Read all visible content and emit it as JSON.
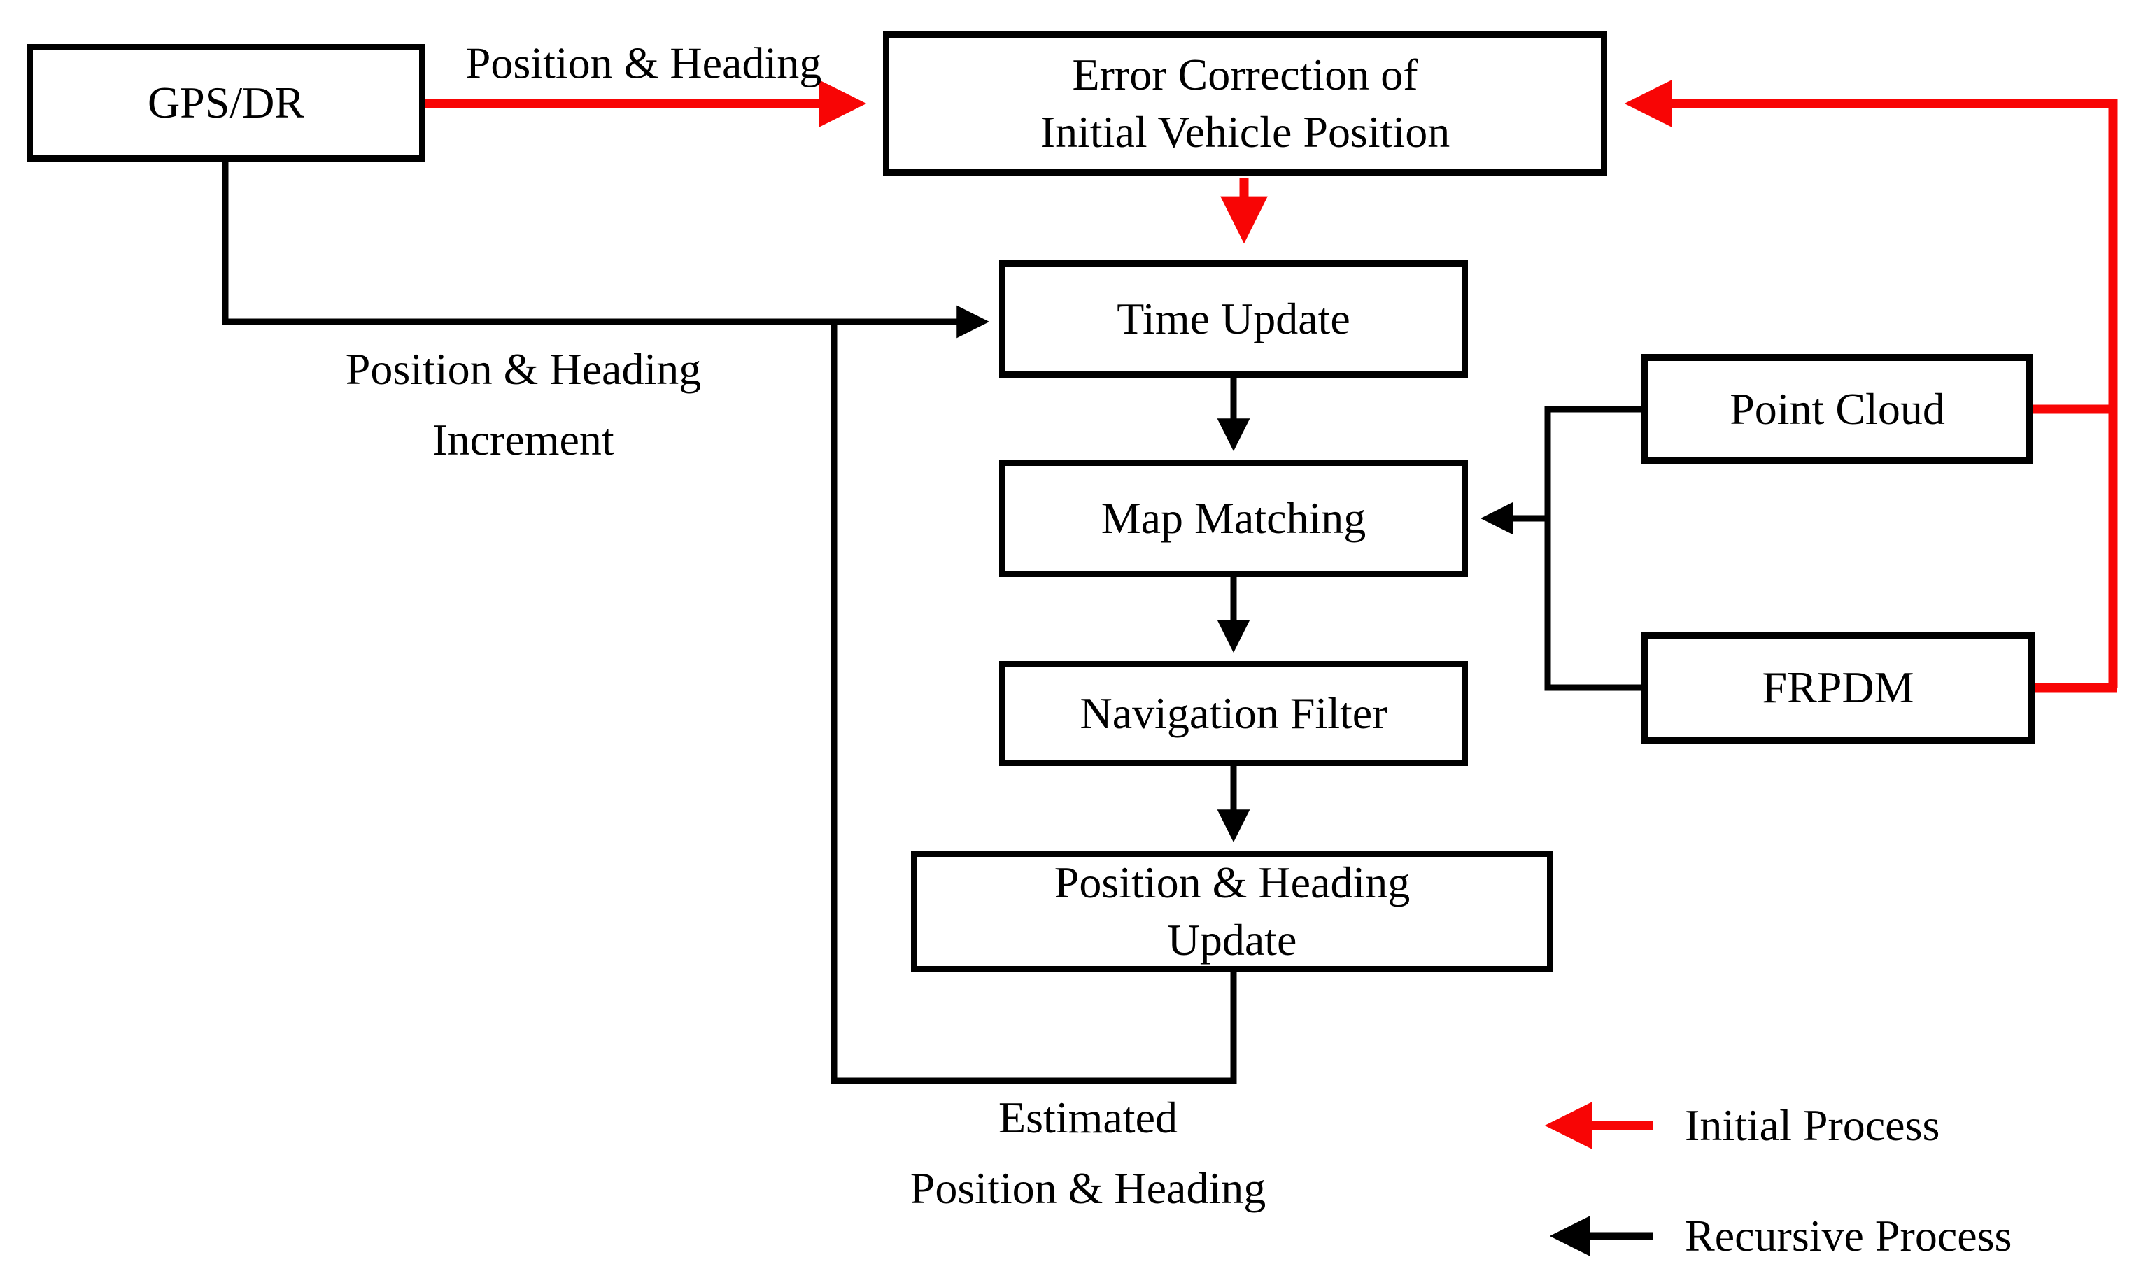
{
  "title": "GPS/DR and FRPDM map matching navigation flowchart",
  "colors": {
    "red": "#f80505",
    "black": "#000000",
    "background": "#ffffff"
  },
  "boxes": {
    "gps_dr": {
      "label": "GPS/DR"
    },
    "error_correction": {
      "line1": "Error Correction of",
      "line2": "Initial Vehicle Position"
    },
    "time_update": {
      "label": "Time Update"
    },
    "map_matching": {
      "label": "Map Matching"
    },
    "navigation_filter": {
      "label": "Navigation Filter"
    },
    "position_heading_update": {
      "line1": "Position & Heading",
      "line2": "Update"
    },
    "point_cloud": {
      "label": "Point Cloud"
    },
    "frpdm": {
      "label": "FRPDM"
    }
  },
  "edge_labels": {
    "position_heading": "Position & Heading",
    "position_heading_increment": {
      "line1": "Position & Heading",
      "line2": "Increment"
    },
    "estimated_position_heading": {
      "line1": "Estimated",
      "line2": "Position & Heading"
    }
  },
  "legend": {
    "initial": {
      "label": "Initial Process",
      "arrow_color": "#f80505",
      "arrow_direction": "left"
    },
    "recursive": {
      "label": "Recursive Process",
      "arrow_color": "#000000",
      "arrow_direction": "left"
    }
  }
}
